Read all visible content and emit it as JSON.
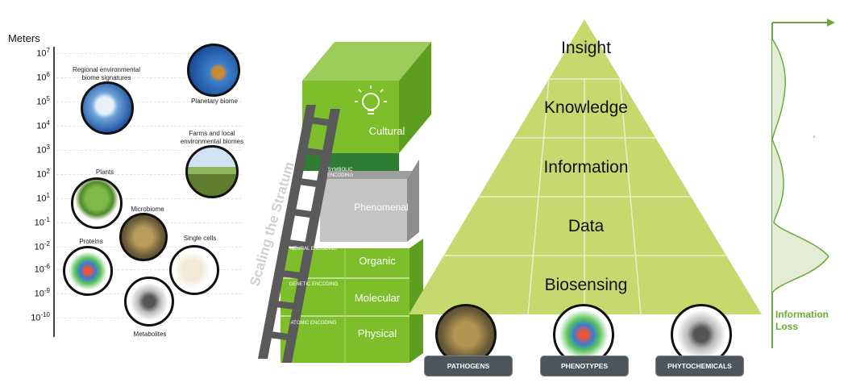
{
  "scale": {
    "axis_title": "Meters",
    "ticks": [
      {
        "base": "10",
        "exp": "7"
      },
      {
        "base": "10",
        "exp": "6"
      },
      {
        "base": "10",
        "exp": "5"
      },
      {
        "base": "10",
        "exp": "4"
      },
      {
        "base": "10",
        "exp": "3"
      },
      {
        "base": "10",
        "exp": "2"
      },
      {
        "base": "10",
        "exp": "1"
      },
      {
        "base": "10",
        "exp": "-1"
      },
      {
        "base": "10",
        "exp": "-2"
      },
      {
        "base": "10",
        "exp": "-6"
      },
      {
        "base": "10",
        "exp": "-9"
      },
      {
        "base": "10",
        "exp": "-10"
      }
    ],
    "labels": {
      "regional": "Regional environmental biome signatures",
      "planetary": "Planetary biome",
      "farms": "Farms and local environmental biomes",
      "plants": "Plants",
      "microbiome": "Microbiome",
      "single_cells": "Single cells",
      "proteins": "Proteins",
      "metabolites": "Metabolites"
    }
  },
  "stratum": {
    "ladder_label": "Scaling the Stratum",
    "cultural": {
      "name": "Cultural",
      "encoding": "Symbolic encoding"
    },
    "phenomenal": {
      "name": "Phenomenal"
    },
    "organic": {
      "name": "Organic",
      "encoding": "Neural encoding"
    },
    "molecular": {
      "name": "Molecular",
      "encoding": "Genetic encoding"
    },
    "physical": {
      "name": "Physical",
      "encoding": "Atomic encoding"
    }
  },
  "pyramid": {
    "levels": [
      "Insight",
      "Knowledge",
      "Information",
      "Data",
      "Biosensing"
    ]
  },
  "badges": [
    "PATHOGENS",
    "PHENOTYPES",
    "PHYTOCHEMICALS"
  ],
  "info_loss": {
    "line1": "Information",
    "line2": "Loss"
  },
  "colors": {
    "green": "#8bc34a",
    "dark_green": "#2e7d32",
    "pyramid": "#c5d86d",
    "pyramid_light": "#dbe7a0",
    "gray": "#bdbdbd"
  }
}
